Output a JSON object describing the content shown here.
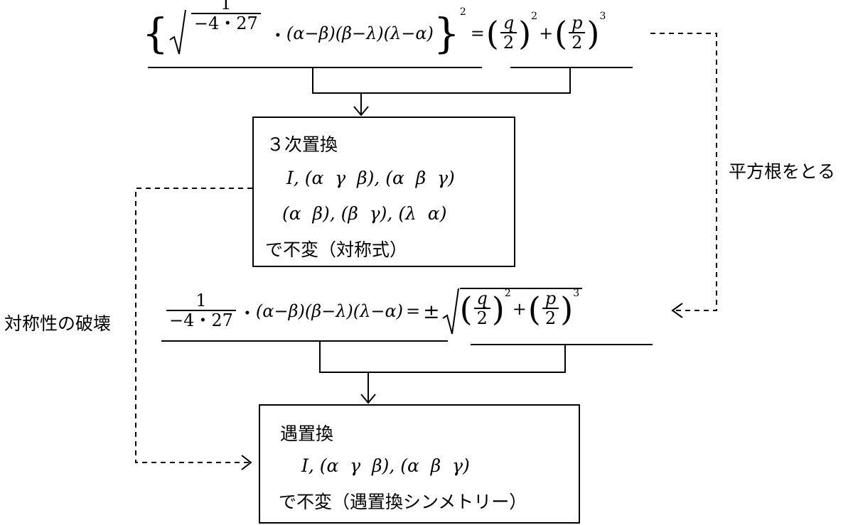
{
  "equation_top": {
    "frac_num": "1",
    "frac_den": "−4・27",
    "dot": "・",
    "product": "(α−β)(β−λ)(λ−α)",
    "outer_exp": "2",
    "equals": "=",
    "q": "q",
    "p": "p",
    "two": "2",
    "exp_q": "2",
    "plus": "+",
    "exp_p": "3"
  },
  "box_cubic": {
    "title": "３次置換",
    "line1": "I, (α  γ  β), (α  β  γ)",
    "line2": "(α  β), (β  γ), (λ  α)",
    "footer": "で不変（対称式）"
  },
  "label_sqrt": "平方根をとる",
  "label_symmetry_break": "対称性の破壊",
  "equation_bottom": {
    "frac_num": "1",
    "frac_den": "−4・27",
    "dot": "・",
    "product": "(α−β)(β−λ)(λ−α)",
    "equals": "=",
    "pm": "±",
    "q": "q",
    "p": "p",
    "two": "2",
    "exp_q": "2",
    "plus": "+",
    "exp_p": "3"
  },
  "box_alternating": {
    "title": "遇置換",
    "line1": "I, (α  γ  β), (α  β  γ)",
    "footer": "で不変（遇置換シンメトリー）"
  }
}
